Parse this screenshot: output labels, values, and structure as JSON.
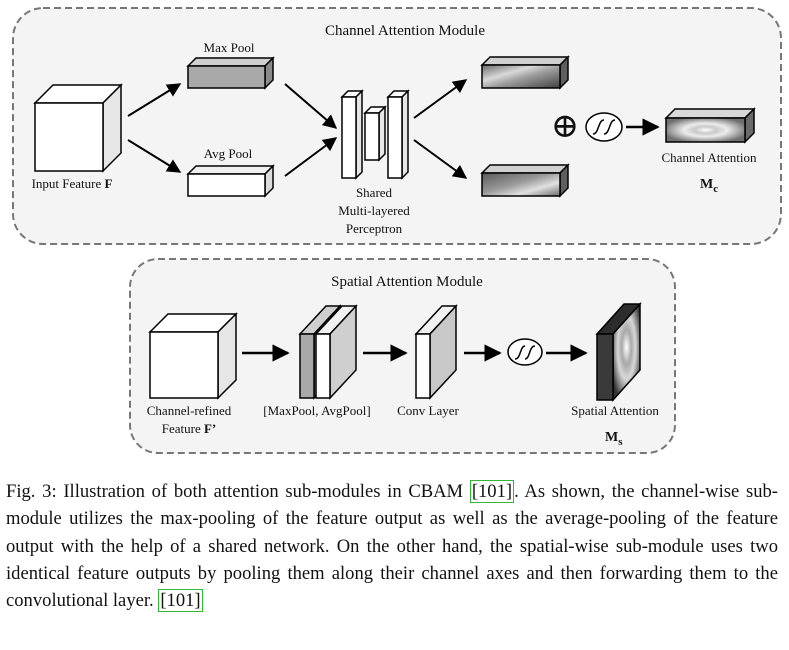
{
  "channel_module": {
    "title": "Channel Attention Module",
    "input_label": "Input Feature ",
    "input_symbol": "F",
    "maxpool_label": "Max Pool",
    "avgpool_label": "Avg Pool",
    "mlp_label_1": "Shared",
    "mlp_label_2": "Multi-layered",
    "mlp_label_3": "Perceptron",
    "output_label": "Channel Attention",
    "output_symbol": "M",
    "output_subscript": "c",
    "plus_symbol": "⊕"
  },
  "spatial_module": {
    "title": "Spatial Attention Module",
    "input_label_1": "Channel-refined",
    "input_label_2": "Feature ",
    "input_symbol": "F’",
    "pool_label": "[MaxPool, AvgPool]",
    "conv_label": "Conv Layer",
    "output_label": "Spatial Attention",
    "output_symbol": "M",
    "output_subscript": "s"
  },
  "caption": {
    "part1": "Fig. 3: Illustration of both attention sub-modules in CBAM ",
    "cite": "[101]",
    "part2": ". As shown, the channel-wise sub-module utilizes the max-pooling of the feature output as well as the average-pooling of the feature output with the help of a shared network. On the other hand, the spatial-wise sub-module uses two identical feature outputs by pooling them along their channel axes and then forwarding them to the convolutional layer. "
  },
  "colors": {
    "module_bg": "#f4f4f4",
    "module_border": "#777777",
    "cube_face": "#ffffff",
    "dark_bar": "#a9a9a9",
    "citation_border": "#36b43a"
  }
}
